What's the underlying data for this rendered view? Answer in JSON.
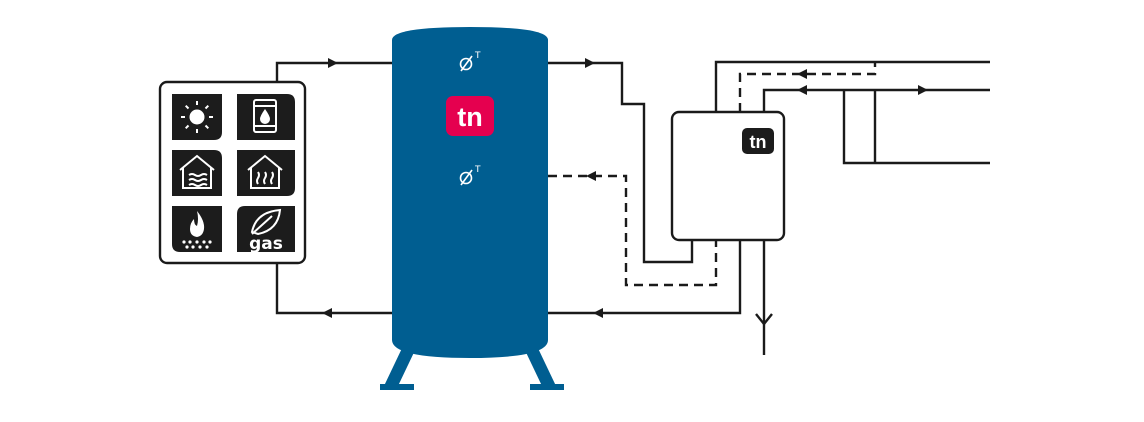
{
  "colors": {
    "tank": "#005e91",
    "pipe": "#1a1a1a",
    "logo_red": "#e5004f",
    "tile": "#1c1c1c",
    "background": "#ffffff"
  },
  "source_panel": {
    "icons": [
      {
        "name": "sun-icon"
      },
      {
        "name": "oil-barrel-icon"
      },
      {
        "name": "house-heat-pump-icon"
      },
      {
        "name": "house-floor-heating-icon"
      },
      {
        "name": "biomass-fire-icon"
      },
      {
        "name": "gas-leaf-icon",
        "label": "gas"
      }
    ]
  },
  "tank": {
    "logo_text": "tn",
    "sensors": [
      {
        "name": "temperature-sensor-top",
        "label": "T"
      },
      {
        "name": "temperature-sensor-middle",
        "label": "T"
      }
    ]
  },
  "controller": {
    "logo_text": "tn"
  }
}
